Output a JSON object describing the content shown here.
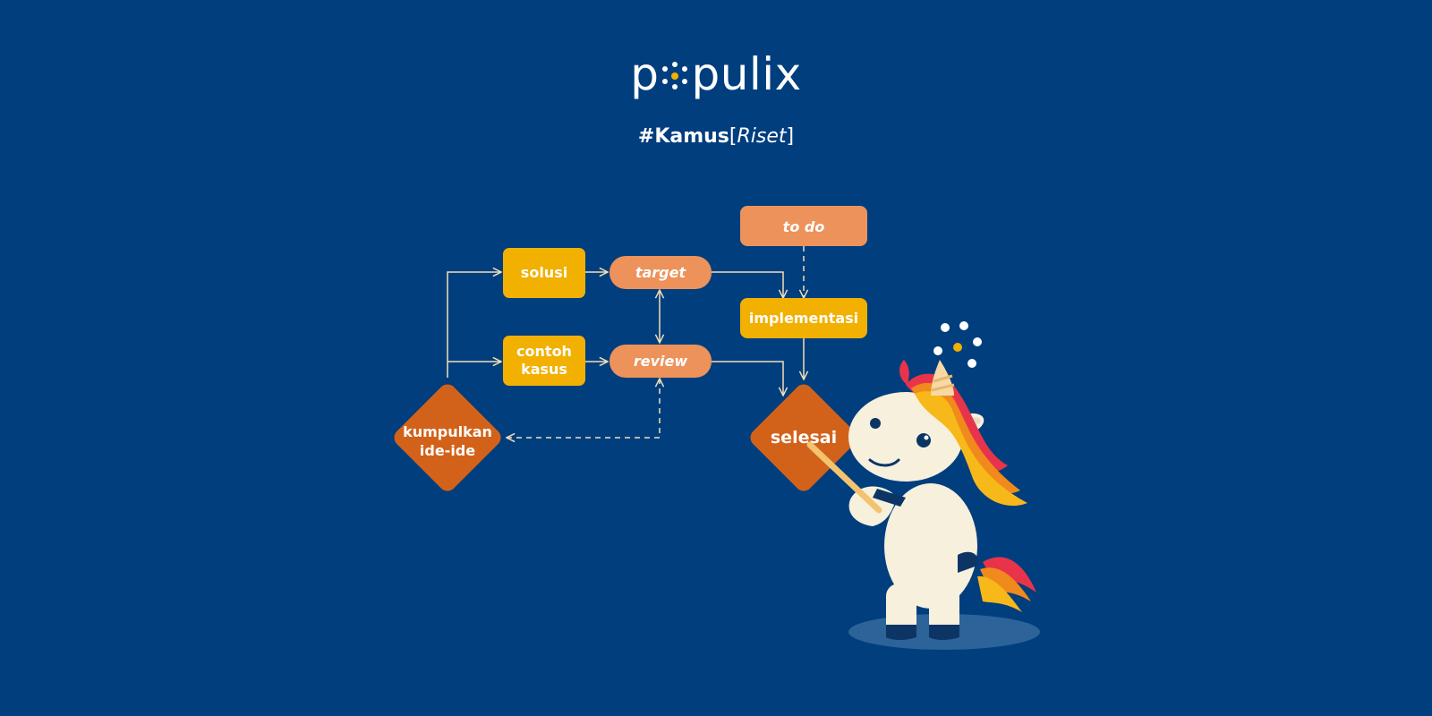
{
  "brand": {
    "logo_prefix": "p",
    "logo_suffix": "pulix",
    "tag_hash": "#",
    "tag_word": "Kamus",
    "tag_open": "[",
    "tag_italic": "Riset",
    "tag_close": "]"
  },
  "diagram": {
    "nodes": {
      "todo": "to do",
      "solusi": "solusi",
      "target": "target",
      "implementasi": "implementasi",
      "contoh_line1": "contoh",
      "contoh_line2": "kasus",
      "review": "review",
      "kumpulkan_line1": "kumpulkan",
      "kumpulkan_line2": "ide-ide",
      "selesai": "selesai"
    }
  },
  "colors": {
    "background": "#003E7E",
    "yellow_box": "#F2B000",
    "peach_box": "#ED925B",
    "diamond": "#D2621A",
    "connector": "#F3DEB6",
    "text": "#FFFFFF"
  },
  "illustration": {
    "mascot": "unicorn-icon"
  }
}
